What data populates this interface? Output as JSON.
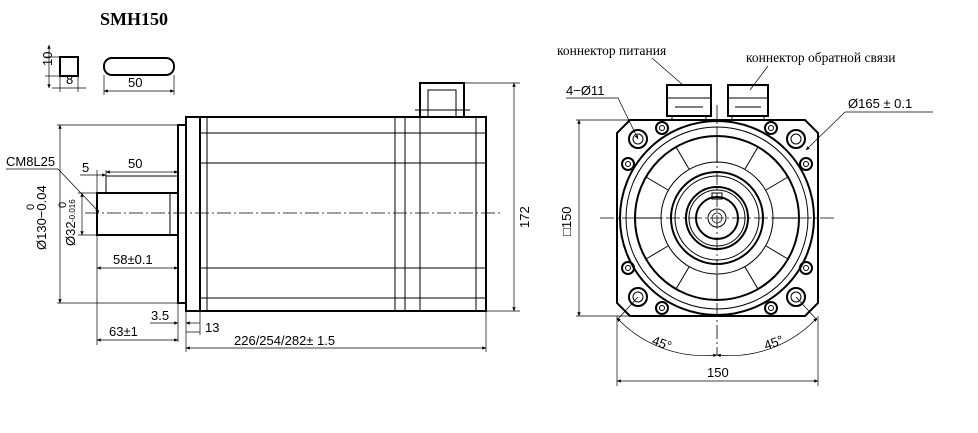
{
  "title": "SMH150",
  "labels": {
    "power_connector": "коннектор питания",
    "feedback_connector": "коннектор обратной связи"
  },
  "dimensions": {
    "key_height": "10",
    "key_width": "8",
    "key_length": "50",
    "thread": "CM8L25",
    "shaft_offset": "5",
    "shaft_key_length": "50",
    "flange_tol_upper": "0",
    "flange_diameter": "Ø130−0.04",
    "shaft_diameter": "Ø32",
    "shaft_tol_upper": "0",
    "shaft_tol_lower": "-0.016",
    "shaft_length": "58±0.1",
    "flange_thickness": "3.5",
    "flange_depth": "13",
    "shaft_total": "63±1",
    "body_length": "226/254/282± 1.5",
    "total_height": "172",
    "holes": "4−Ø11",
    "pcd": "Ø165 ± 0.1",
    "square_side": "□150",
    "angle_left": "45°",
    "angle_right": "45°",
    "width_bottom": "150"
  }
}
